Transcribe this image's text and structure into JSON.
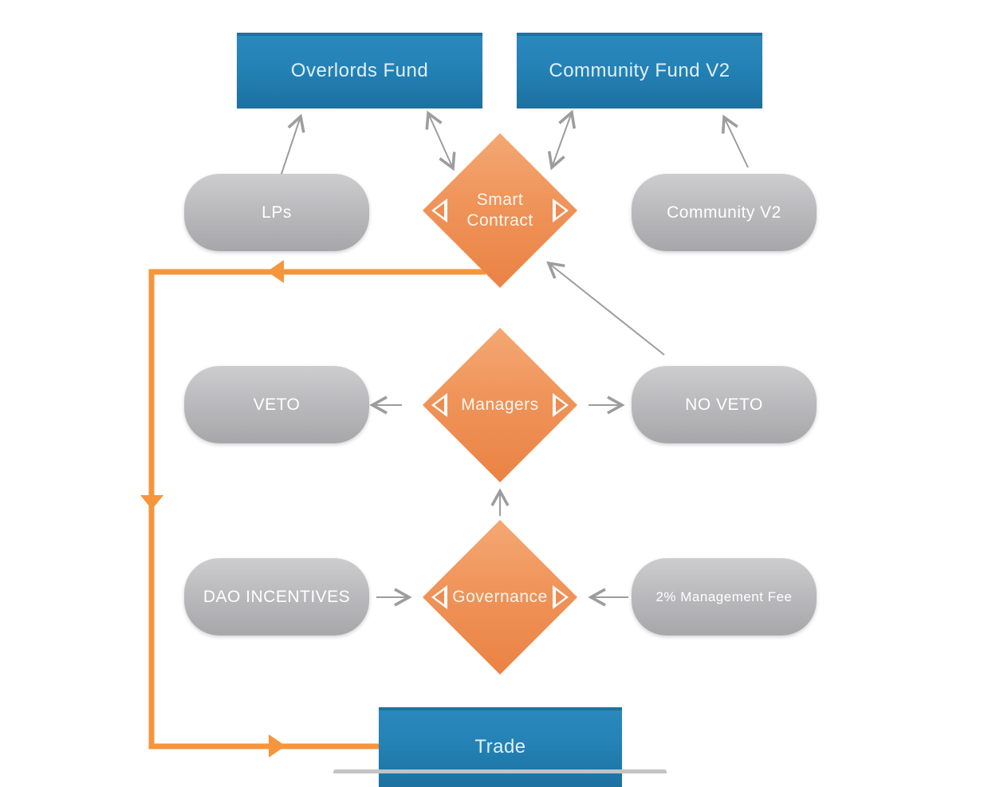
{
  "diagram": {
    "title": "DAO fund governance flowchart",
    "colors": {
      "process_blue_top": "#2C89BD",
      "process_blue_bottom": "#1C71A0",
      "entity_gray_top": "#CDCDCF",
      "entity_gray_bottom": "#A7A7AA",
      "decision_orange_top": "#F4A873",
      "decision_orange_bottom": "#EB8244",
      "flow_orange": "#F6953B",
      "arrow_gray": "#9D9D9D",
      "label_white": "#FFFFFF",
      "background": "#FFFFFF"
    },
    "nodes": {
      "overlords_fund": {
        "label": "Overlords Fund",
        "type": "process"
      },
      "community_fund_v2": {
        "label": "Community Fund V2",
        "type": "process"
      },
      "lps": {
        "label": "LPs",
        "type": "entity"
      },
      "smart_contract": {
        "label": "Smart Contract",
        "type": "decision"
      },
      "community_v2": {
        "label": "Community V2",
        "type": "entity"
      },
      "veto": {
        "label": "VETO",
        "type": "entity"
      },
      "managers": {
        "label": "Managers",
        "type": "decision"
      },
      "no_veto": {
        "label": "NO VETO",
        "type": "entity"
      },
      "dao_incentives": {
        "label": "DAO INCENTIVES",
        "type": "entity"
      },
      "governance": {
        "label": "Governance",
        "type": "decision"
      },
      "management_fee": {
        "label": "2% Management Fee",
        "type": "entity"
      },
      "trade": {
        "label": "Trade",
        "type": "process"
      }
    },
    "edges": [
      {
        "from": "lps",
        "to": "overlords_fund",
        "style": "gray-arrow"
      },
      {
        "from": "smart_contract",
        "to": "overlords_fund",
        "style": "gray-double-arrow"
      },
      {
        "from": "smart_contract",
        "to": "community_fund_v2",
        "style": "gray-double-arrow"
      },
      {
        "from": "community_v2",
        "to": "community_fund_v2",
        "style": "gray-arrow"
      },
      {
        "from": "no_veto",
        "to": "smart_contract",
        "style": "gray-arrow"
      },
      {
        "from": "managers",
        "to": "veto",
        "style": "gray-arrow"
      },
      {
        "from": "managers",
        "to": "no_veto",
        "style": "gray-arrow"
      },
      {
        "from": "governance",
        "to": "managers",
        "style": "gray-arrow"
      },
      {
        "from": "dao_incentives",
        "to": "governance",
        "style": "gray-arrow"
      },
      {
        "from": "management_fee",
        "to": "governance",
        "style": "gray-arrow"
      },
      {
        "from": "smart_contract",
        "to": "trade",
        "style": "orange-flow-routed-left-down"
      }
    ]
  }
}
